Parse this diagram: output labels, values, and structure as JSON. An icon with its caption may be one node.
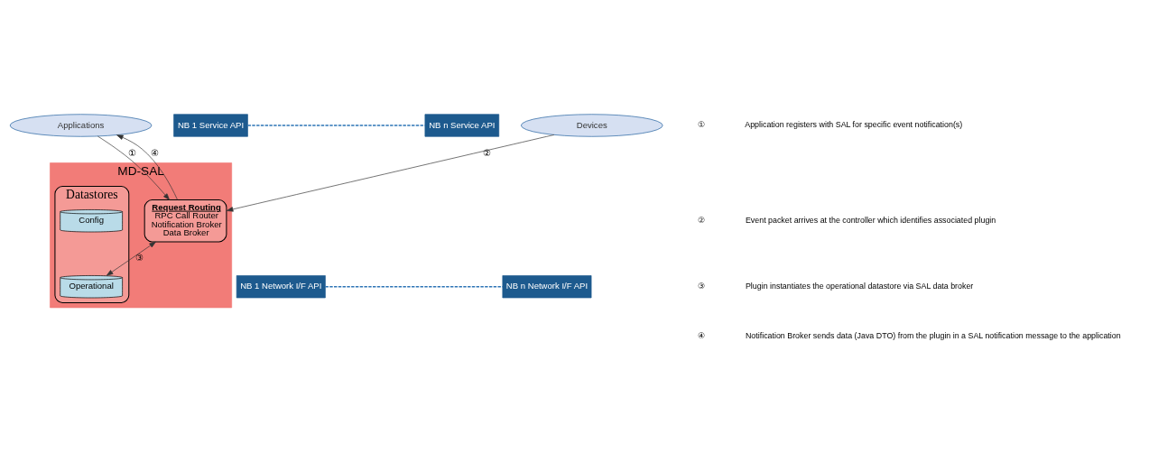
{
  "diagram": {
    "nodes": [
      {
        "text": [
          "Applications"
        ]
      },
      {
        "text": [
          "NB 1 Service API"
        ]
      },
      {
        "text": [
          "NB n Service API"
        ]
      },
      {
        "text": [
          "MD-SAL"
        ]
      },
      {
        "text": [
          "Request Routing",
          "RPC Call Router",
          "Notification Broker",
          "Data Broker"
        ],
        "in": 3
      },
      {
        "text": [
          "Datastores"
        ],
        "in": 3
      },
      {
        "text": [
          "Config"
        ],
        "in": 5
      },
      {
        "text": [
          "Operational"
        ],
        "in": 5
      },
      {
        "text": [
          "NB 1 Network I/F API"
        ]
      },
      {
        "text": [
          "NB n Network I/F API"
        ]
      },
      {
        "text": [
          "Devices"
        ]
      }
    ],
    "edges": [
      {
        "from": 0,
        "to": 4,
        "arrow": "to",
        "label": "①"
      },
      {
        "from": 4,
        "to": 0,
        "arrow": "to",
        "label": "④"
      },
      {
        "from": 4,
        "to": 7,
        "arrow": "both",
        "label": "③"
      },
      {
        "from": 10,
        "to": 4,
        "arrow": "to",
        "label": "②"
      },
      {
        "from": 1,
        "to": 2,
        "arrow": "none",
        "style": "dashed",
        "color": "#2e75b6"
      },
      {
        "from": 8,
        "to": 9,
        "arrow": "none",
        "style": "dashed",
        "color": "#2e75b6"
      }
    ],
    "labels": [
      "①",
      "Application registers with SAL for specific event notification(s)",
      "②",
      "Event packet arrives at the controller which identifies associated plugin",
      "③",
      "Plugin instantiates the operational datastore via SAL data broker",
      "④",
      "Notification Broker sends data (Java DTO) from the plugin in a SAL notification message to the application"
    ]
  }
}
